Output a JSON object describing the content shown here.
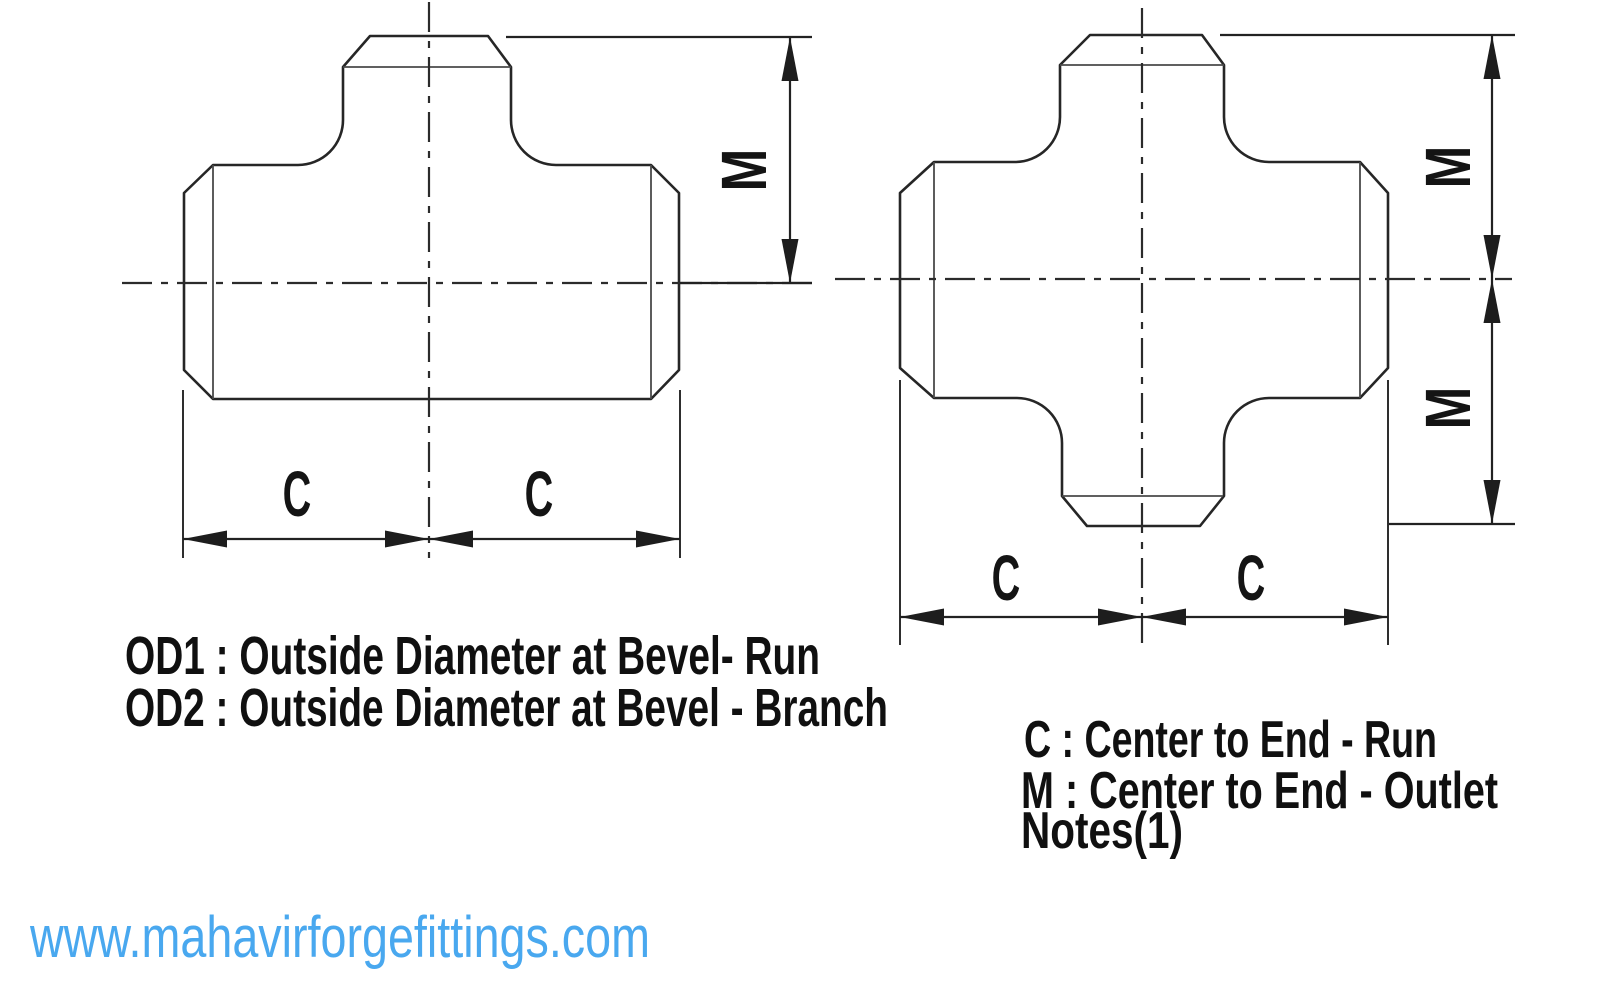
{
  "diagram": {
    "tee": {
      "dim_m_label": "M",
      "dim_c_left_label": "C",
      "dim_c_right_label": "C"
    },
    "cross": {
      "dim_m_top_label": "M",
      "dim_m_bottom_label": "M",
      "dim_c_left_label": "C",
      "dim_c_right_label": "C"
    }
  },
  "legend": {
    "od1": "OD1 : Outside Diameter at Bevel- Run",
    "od2": "OD2 : Outside Diameter at Bevel - Branch",
    "c": "C : Center to End - Run",
    "m": "M : Center to End - Outlet",
    "notes": "Notes(1)"
  },
  "footer": {
    "website": "www.mahavirforgefittings.com"
  },
  "colors": {
    "line": "#262626",
    "text": "#101010",
    "link": "#49a8ef"
  }
}
